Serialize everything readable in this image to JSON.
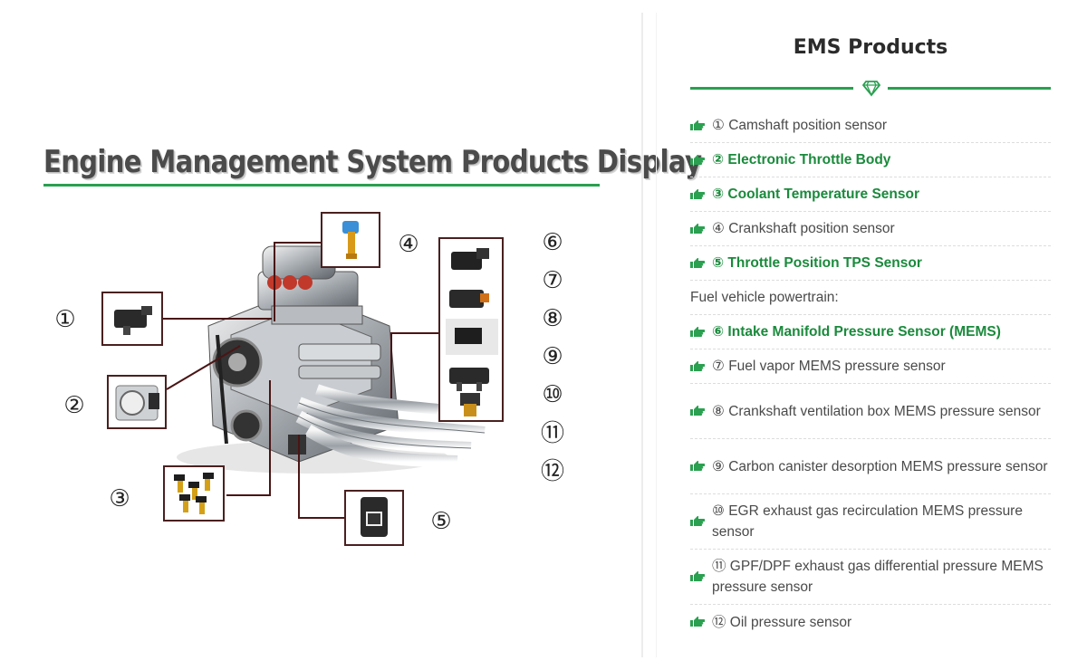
{
  "display": {
    "title": "Engine Management System Products Display",
    "numbers": [
      "①",
      "②",
      "③",
      "④",
      "⑤",
      "⑥",
      "⑦",
      "⑧",
      "⑨",
      "⑩",
      "⑪",
      "⑫"
    ]
  },
  "ems": {
    "title": "EMS Products",
    "items": [
      {
        "text": "① Camshaft position sensor",
        "highlight": false
      },
      {
        "text": "② Electronic Throttle Body",
        "highlight": true
      },
      {
        "text": "③ Coolant Temperature Sensor",
        "highlight": true
      },
      {
        "text": "④ Crankshaft position sensor",
        "highlight": false
      },
      {
        "text": "⑤ Throttle Position TPS Sensor",
        "highlight": true
      },
      {
        "text": "Fuel vehicle powertrain:",
        "highlight": false
      },
      {
        "text": "⑥ Intake Manifold Pressure Sensor (MEMS)",
        "highlight": true
      },
      {
        "text": "⑦ Fuel vapor MEMS pressure sensor",
        "highlight": false
      },
      {
        "text": "⑧ Crankshaft ventilation box MEMS pressure sensor",
        "highlight": false
      },
      {
        "text": "⑨ Carbon canister desorption MEMS pressure sensor",
        "highlight": false
      },
      {
        "text": "⑩ EGR exhaust gas recirculation MEMS pressure sensor",
        "highlight": false
      },
      {
        "text": "⑪ GPF/DPF exhaust gas differential pressure MEMS pressure sensor",
        "highlight": false
      },
      {
        "text": "⑫ Oil pressure sensor",
        "highlight": false
      }
    ]
  },
  "colors": {
    "accent": "#2aa050",
    "highlight_text": "#1a8a3c"
  }
}
